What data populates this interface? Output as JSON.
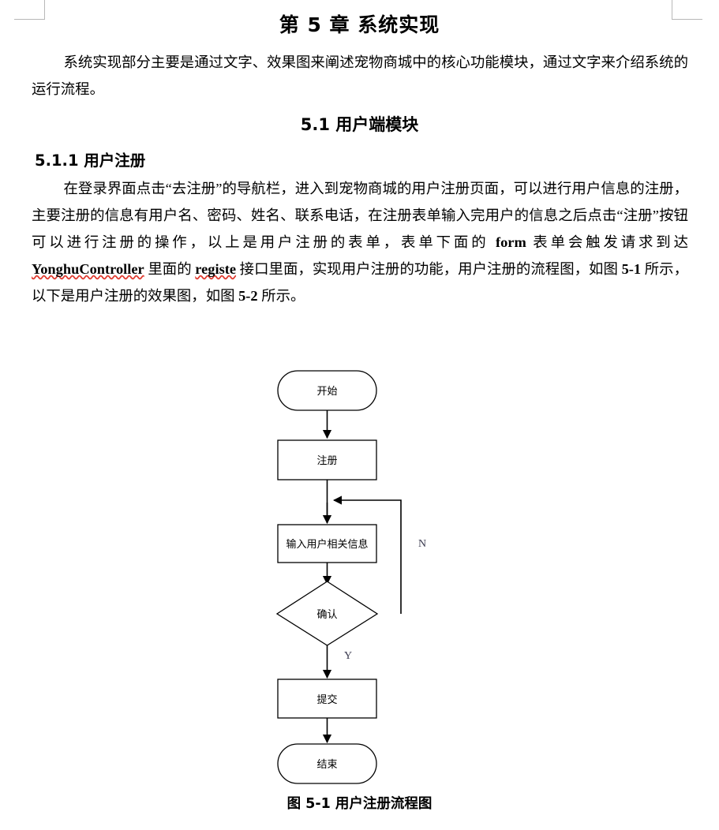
{
  "page": {
    "chapter_title": "第 5 章  系统实现",
    "intro_paragraph": "系统实现部分主要是通过文字、效果图来阐述宠物商城中的核心功能模块，通过文字来介绍系统的运行流程。",
    "section_heading": "5.1  用户端模块",
    "subsection_heading": "5.1.1 用户注册",
    "body_paragraph": {
      "part1": "在登录界面点击“去注册”的导航栏，进入到宠物商城的用户注册页面，可以进行用户信息的注册，主要注册的信息有用户名、密码、姓名、联系电话，在注册表单输入完用户的信息之后点击“注册”按钮可以进行注册的操作，以上是用户注册的表单，表单下面的 ",
      "code1": "form",
      "part2": " 表单会触发请求到达 ",
      "code2": "YonghuController",
      "part3": " 里面的 ",
      "code3": "registe",
      "part4": " 接口里面，实现用户注册的功能，用户注册的流程图，如图 ",
      "code4": "5-1",
      "part5": " 所示，以下是用户注册的效果图，如图 ",
      "code5": "5-2",
      "part6": " 所示。"
    },
    "figure_caption": "图 5-1  用户注册流程图"
  },
  "flowchart": {
    "nodes": {
      "start": "开始",
      "register": "注册",
      "input_info": "输入用户相关信息",
      "confirm": "确认",
      "submit": "提交",
      "end": "结束"
    },
    "branches": {
      "no": "N",
      "yes": "Y"
    },
    "stroke_color": "#000000",
    "fill_color": "#ffffff"
  }
}
